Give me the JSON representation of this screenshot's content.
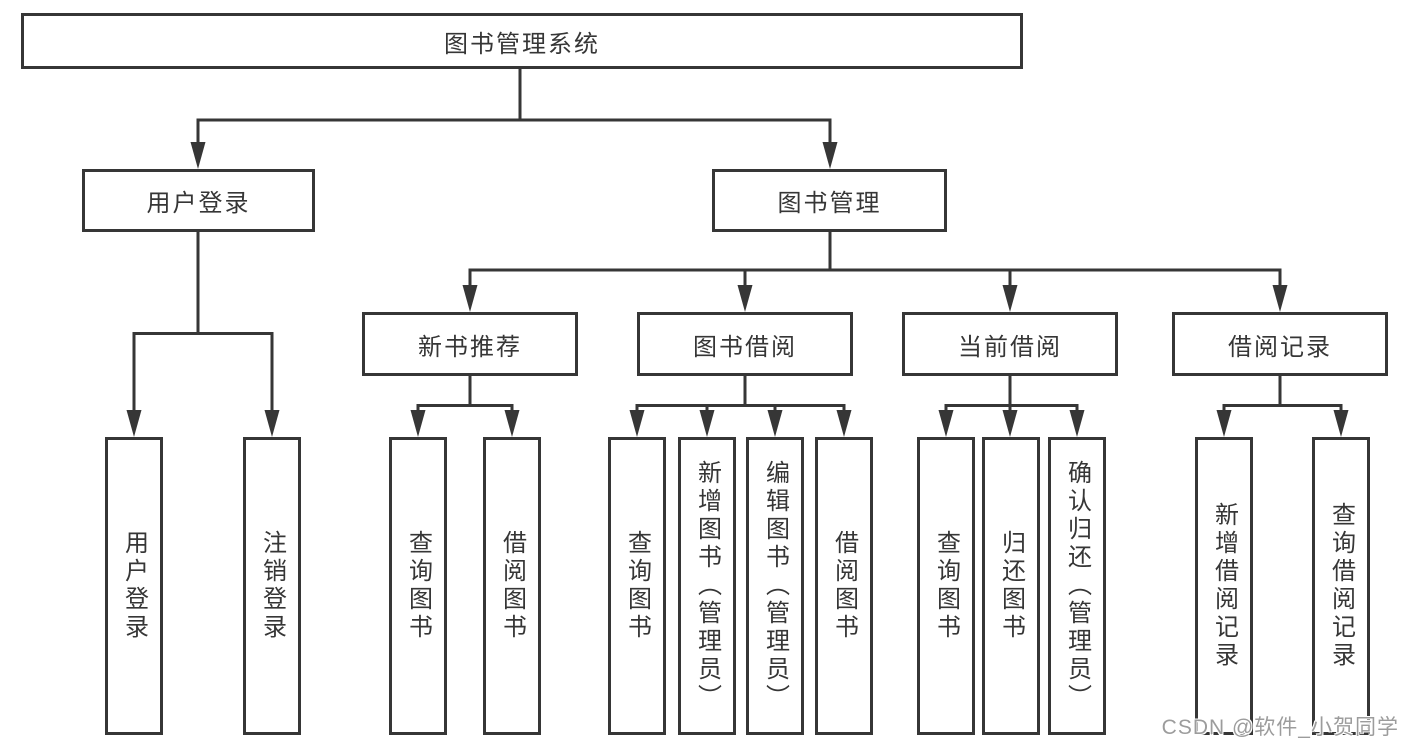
{
  "tree": {
    "label": "图书管理系统",
    "children": [
      {
        "label": "用户登录",
        "children": [
          {
            "label": "用户登录"
          },
          {
            "label": "注销登录"
          }
        ]
      },
      {
        "label": "图书管理",
        "children": [
          {
            "label": "新书推荐",
            "children": [
              {
                "label": "查询图书"
              },
              {
                "label": "借阅图书"
              }
            ]
          },
          {
            "label": "图书借阅",
            "children": [
              {
                "label": "查询图书"
              },
              {
                "label": "新增图书（管理员）"
              },
              {
                "label": "编辑图书（管理员）"
              },
              {
                "label": "借阅图书"
              }
            ]
          },
          {
            "label": "当前借阅",
            "children": [
              {
                "label": "查询图书"
              },
              {
                "label": "归还图书"
              },
              {
                "label": "确认归还（管理员）"
              }
            ]
          },
          {
            "label": "借阅记录",
            "children": [
              {
                "label": "新增借阅记录"
              },
              {
                "label": "查询借阅记录"
              }
            ]
          }
        ]
      }
    ]
  },
  "watermark": {
    "text": "CSDN @软件_小贺同学"
  },
  "colors": {
    "line": "#363636",
    "box_border": "#363636",
    "text": "#363636",
    "watermark": "#9c9c9c",
    "background": "#ffffff"
  }
}
